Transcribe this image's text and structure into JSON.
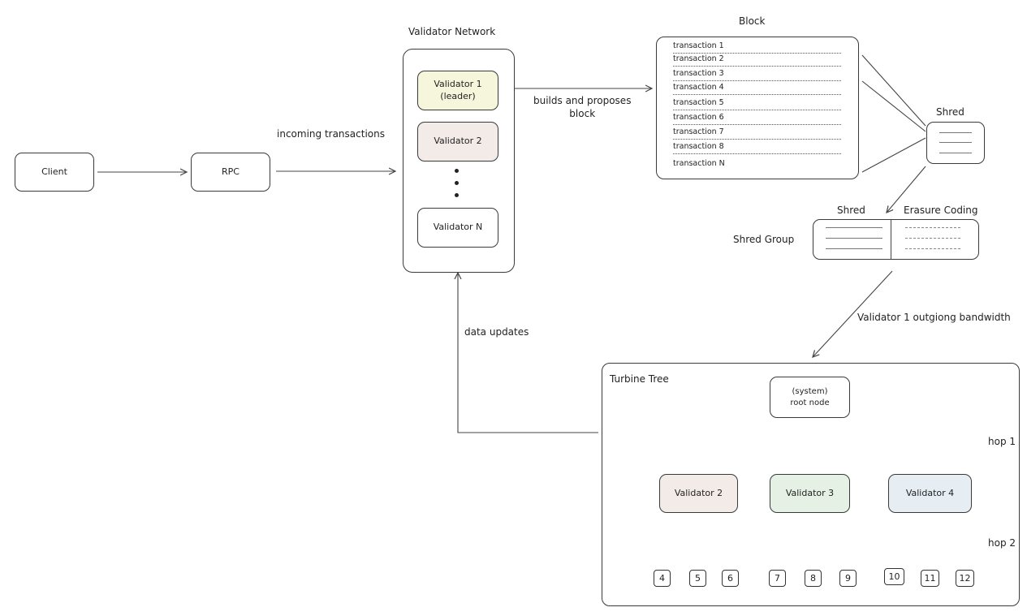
{
  "client": "Client",
  "rpc": "RPC",
  "incoming_label": "incoming transactions",
  "validator_network": {
    "title": "Validator Network",
    "leader_line1": "Validator 1",
    "leader_line2": "(leader)",
    "validator2": "Validator 2",
    "validatorN": "Validator N"
  },
  "builds_label_line1": "builds and proposes",
  "builds_label_line2": "block",
  "block": {
    "title": "Block",
    "transactions": [
      "transaction 1",
      "transaction 2",
      "transaction 3",
      "transaction 4",
      "transaction 5",
      "transaction 6",
      "transaction 7",
      "transaction 8",
      "transaction N"
    ]
  },
  "shred_label": "Shred",
  "shred_group": {
    "label": "Shred Group",
    "shred_header": "Shred",
    "erasure_header": "Erasure Coding"
  },
  "bandwidth_label": "Validator 1 outgiong bandwidth",
  "data_updates_label": "data updates",
  "turbine": {
    "title": "Turbine Tree",
    "root_line1": "(system)",
    "root_line2": "root node",
    "hop1": "hop 1",
    "hop2": "hop 2",
    "validators": [
      {
        "label": "Validator 2",
        "color": "#f3ebe8"
      },
      {
        "label": "Validator 3",
        "color": "#e6f1e6"
      },
      {
        "label": "Validator 4",
        "color": "#e6eef4"
      }
    ],
    "leaves": [
      "4",
      "5",
      "6",
      "7",
      "8",
      "9",
      "10",
      "11",
      "12"
    ]
  },
  "colors": {
    "leader_fill": "#f6f6dc",
    "validator2_fill": "#f3ebe8",
    "red_edge": "#d47a76",
    "green_edge": "#8dc08f",
    "blue_edge": "#6a9bc8"
  }
}
